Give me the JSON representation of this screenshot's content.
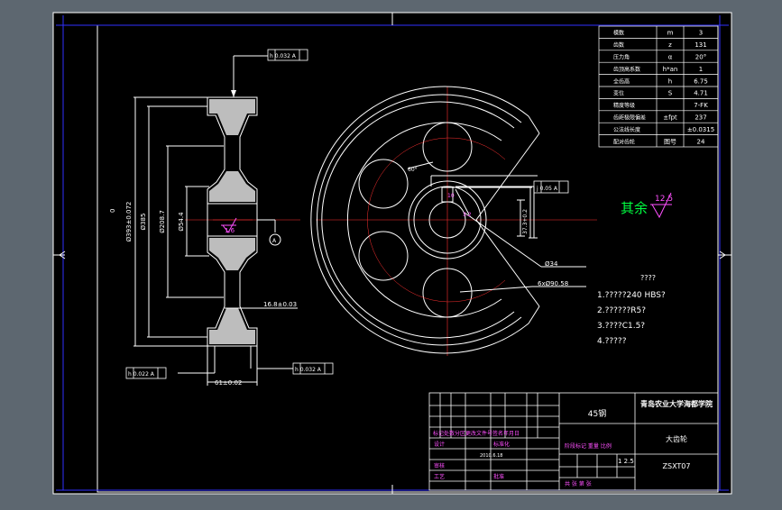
{
  "params": [
    {
      "label": "模数",
      "sym": "m",
      "val": "3"
    },
    {
      "label": "齿数",
      "sym": "z",
      "val": "131"
    },
    {
      "label": "压力角",
      "sym": "α",
      "val": "20°"
    },
    {
      "label": "齿顶高系数",
      "sym": "h*an",
      "val": "1"
    },
    {
      "label": "全齿高",
      "sym": "h",
      "val": "6.75"
    },
    {
      "label": "变位",
      "sym": "S",
      "val": "4.71"
    },
    {
      "label": "精度等级",
      "sym": "",
      "val": "7-FK"
    },
    {
      "label": "齿距极限偏差",
      "sym": "±fpt",
      "val": "237"
    },
    {
      "label": "公法线长度",
      "sym": "",
      "val": "±0.0315"
    },
    {
      "label": "配对齿轮",
      "sym": "图号",
      "val": "24"
    }
  ],
  "dims": {
    "tol_top": "h 0.032 A",
    "tol_bottom": "h 0.022 A",
    "tol_runout": "h 0.032 A",
    "tol_keyway": "j 0.05 A",
    "d_outer": "Ø393±0.072",
    "d_385": "Ø385",
    "d_208": "Ø208.7",
    "d_54": "Ø54.4",
    "zero": "0",
    "hub_width": "16.8±0.03",
    "face_width": "61±0.02",
    "bore": "Ø34",
    "holes": "6xØ90.58",
    "keyway_depth": "37.3+0.2",
    "holes_angle": "60°",
    "small_dim": "10",
    "datum": "A",
    "roughness_local": "1.6",
    "roughness_local2": "3.2"
  },
  "rest": {
    "label": "其余",
    "value": "12.5"
  },
  "notes": {
    "heading": "????",
    "items": [
      "1.?????240 HBS?",
      "2.??????R5?",
      "3.????C1.5?",
      "4.?????"
    ]
  },
  "title_block": {
    "material": "45钢",
    "school": "青岛农业大学海都学院",
    "part_name": "大齿轮",
    "drawing_no": "ZSXT07",
    "scale_marks": "1 2.5",
    "date": "2010.6.18",
    "row_headers": "标记处数分区更改文件号签名年月日",
    "row_design": "设计",
    "row_standard": "标准化",
    "row_review": "审核",
    "row_process": "工艺",
    "row_approve": "批准",
    "stage_labels": "阶段标记 重量 比例",
    "sheet_labels": "共 张 第 张"
  }
}
